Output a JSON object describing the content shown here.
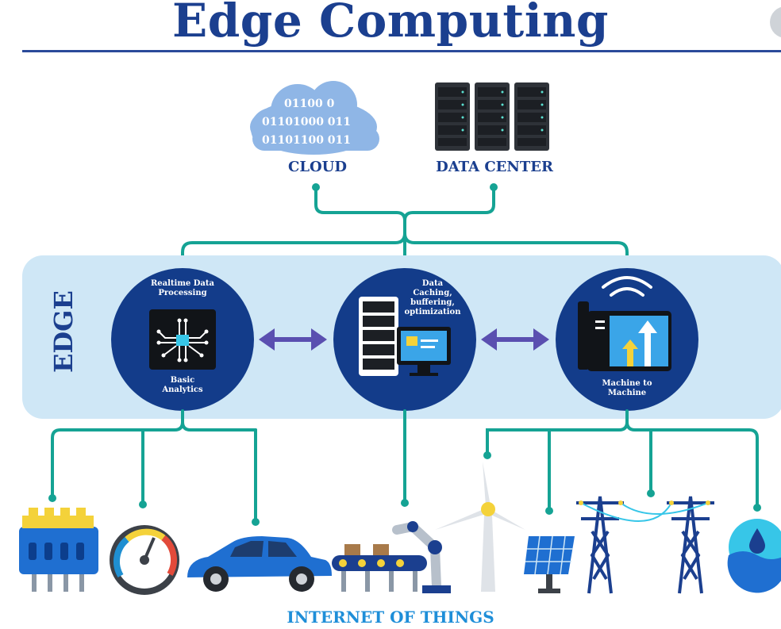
{
  "title": "Edge Computing",
  "top": {
    "cloud_label": "CLOUD",
    "cloud_digits": [
      "01100 0",
      "01101000 011",
      "01101100 011"
    ],
    "datacenter_label": "DATA CENTER"
  },
  "edge": {
    "label": "EDGE",
    "nodes": [
      {
        "top_text_1": "Realtime Data",
        "top_text_2": "Processing",
        "bottom_text_1": "Basic",
        "bottom_text_2": "Analytics"
      },
      {
        "top_text_1": "Data",
        "top_text_2": "Caching,",
        "top_text_3": "buffering,",
        "top_text_4": "optimization"
      },
      {
        "bottom_text_1": "Machine to",
        "bottom_text_2": "Machine"
      }
    ]
  },
  "iot_label": "INTERNET OF THINGS",
  "colors": {
    "navy": "#1b3f8f",
    "teal": "#15a394",
    "light_blue": "#cfe7f6",
    "arrow": "#5a4fb0",
    "cloud": "#8fb6e6"
  }
}
